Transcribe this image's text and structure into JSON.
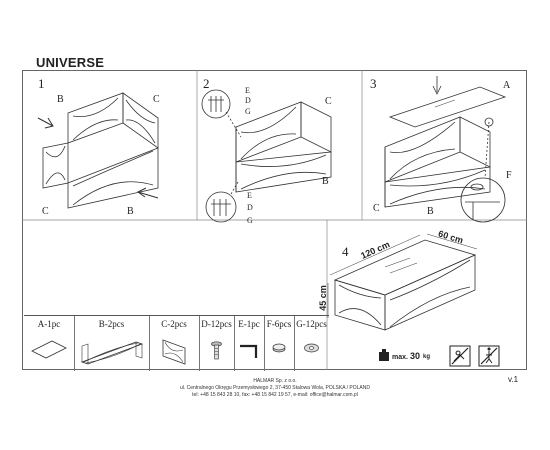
{
  "title": "UNIVERSE",
  "steps": [
    "1",
    "2",
    "3",
    "4"
  ],
  "labels": {
    "s1": {
      "b_top": "B",
      "c_top": "C",
      "c_bot": "C",
      "b_bot": "B"
    },
    "s2": {
      "e1": "E",
      "d1": "D",
      "g1": "G",
      "c": "C",
      "b": "B",
      "e2": "E",
      "d2": "D",
      "g2": "G"
    },
    "s3": {
      "a": "A",
      "f": "F",
      "c": "C",
      "b": "B"
    }
  },
  "dimensions": {
    "length": "120 cm",
    "width": "60 cm",
    "height": "45 cm"
  },
  "parts": [
    {
      "label": "A-1pc"
    },
    {
      "label": "B-2pcs"
    },
    {
      "label": "C-2pcs"
    },
    {
      "label": "D-12pcs"
    },
    {
      "label": "E-1pc"
    },
    {
      "label": "F-6pcs"
    },
    {
      "label": "G-12pcs"
    }
  ],
  "max_load": {
    "prefix": "max.",
    "value": "30",
    "unit": "kg"
  },
  "footer": {
    "company": "HALMAR Sp. z o.o.",
    "address": "ul. Centralnego Okręgu Przemysłowego 2, 37-450 Stalowa Wola, POLSKA / POLAND",
    "contact": "tel: +48 15 843 28 10, fax: +48 15 842 19 57, e-mail: office@halmar.com.pl"
  },
  "version": "v.1"
}
